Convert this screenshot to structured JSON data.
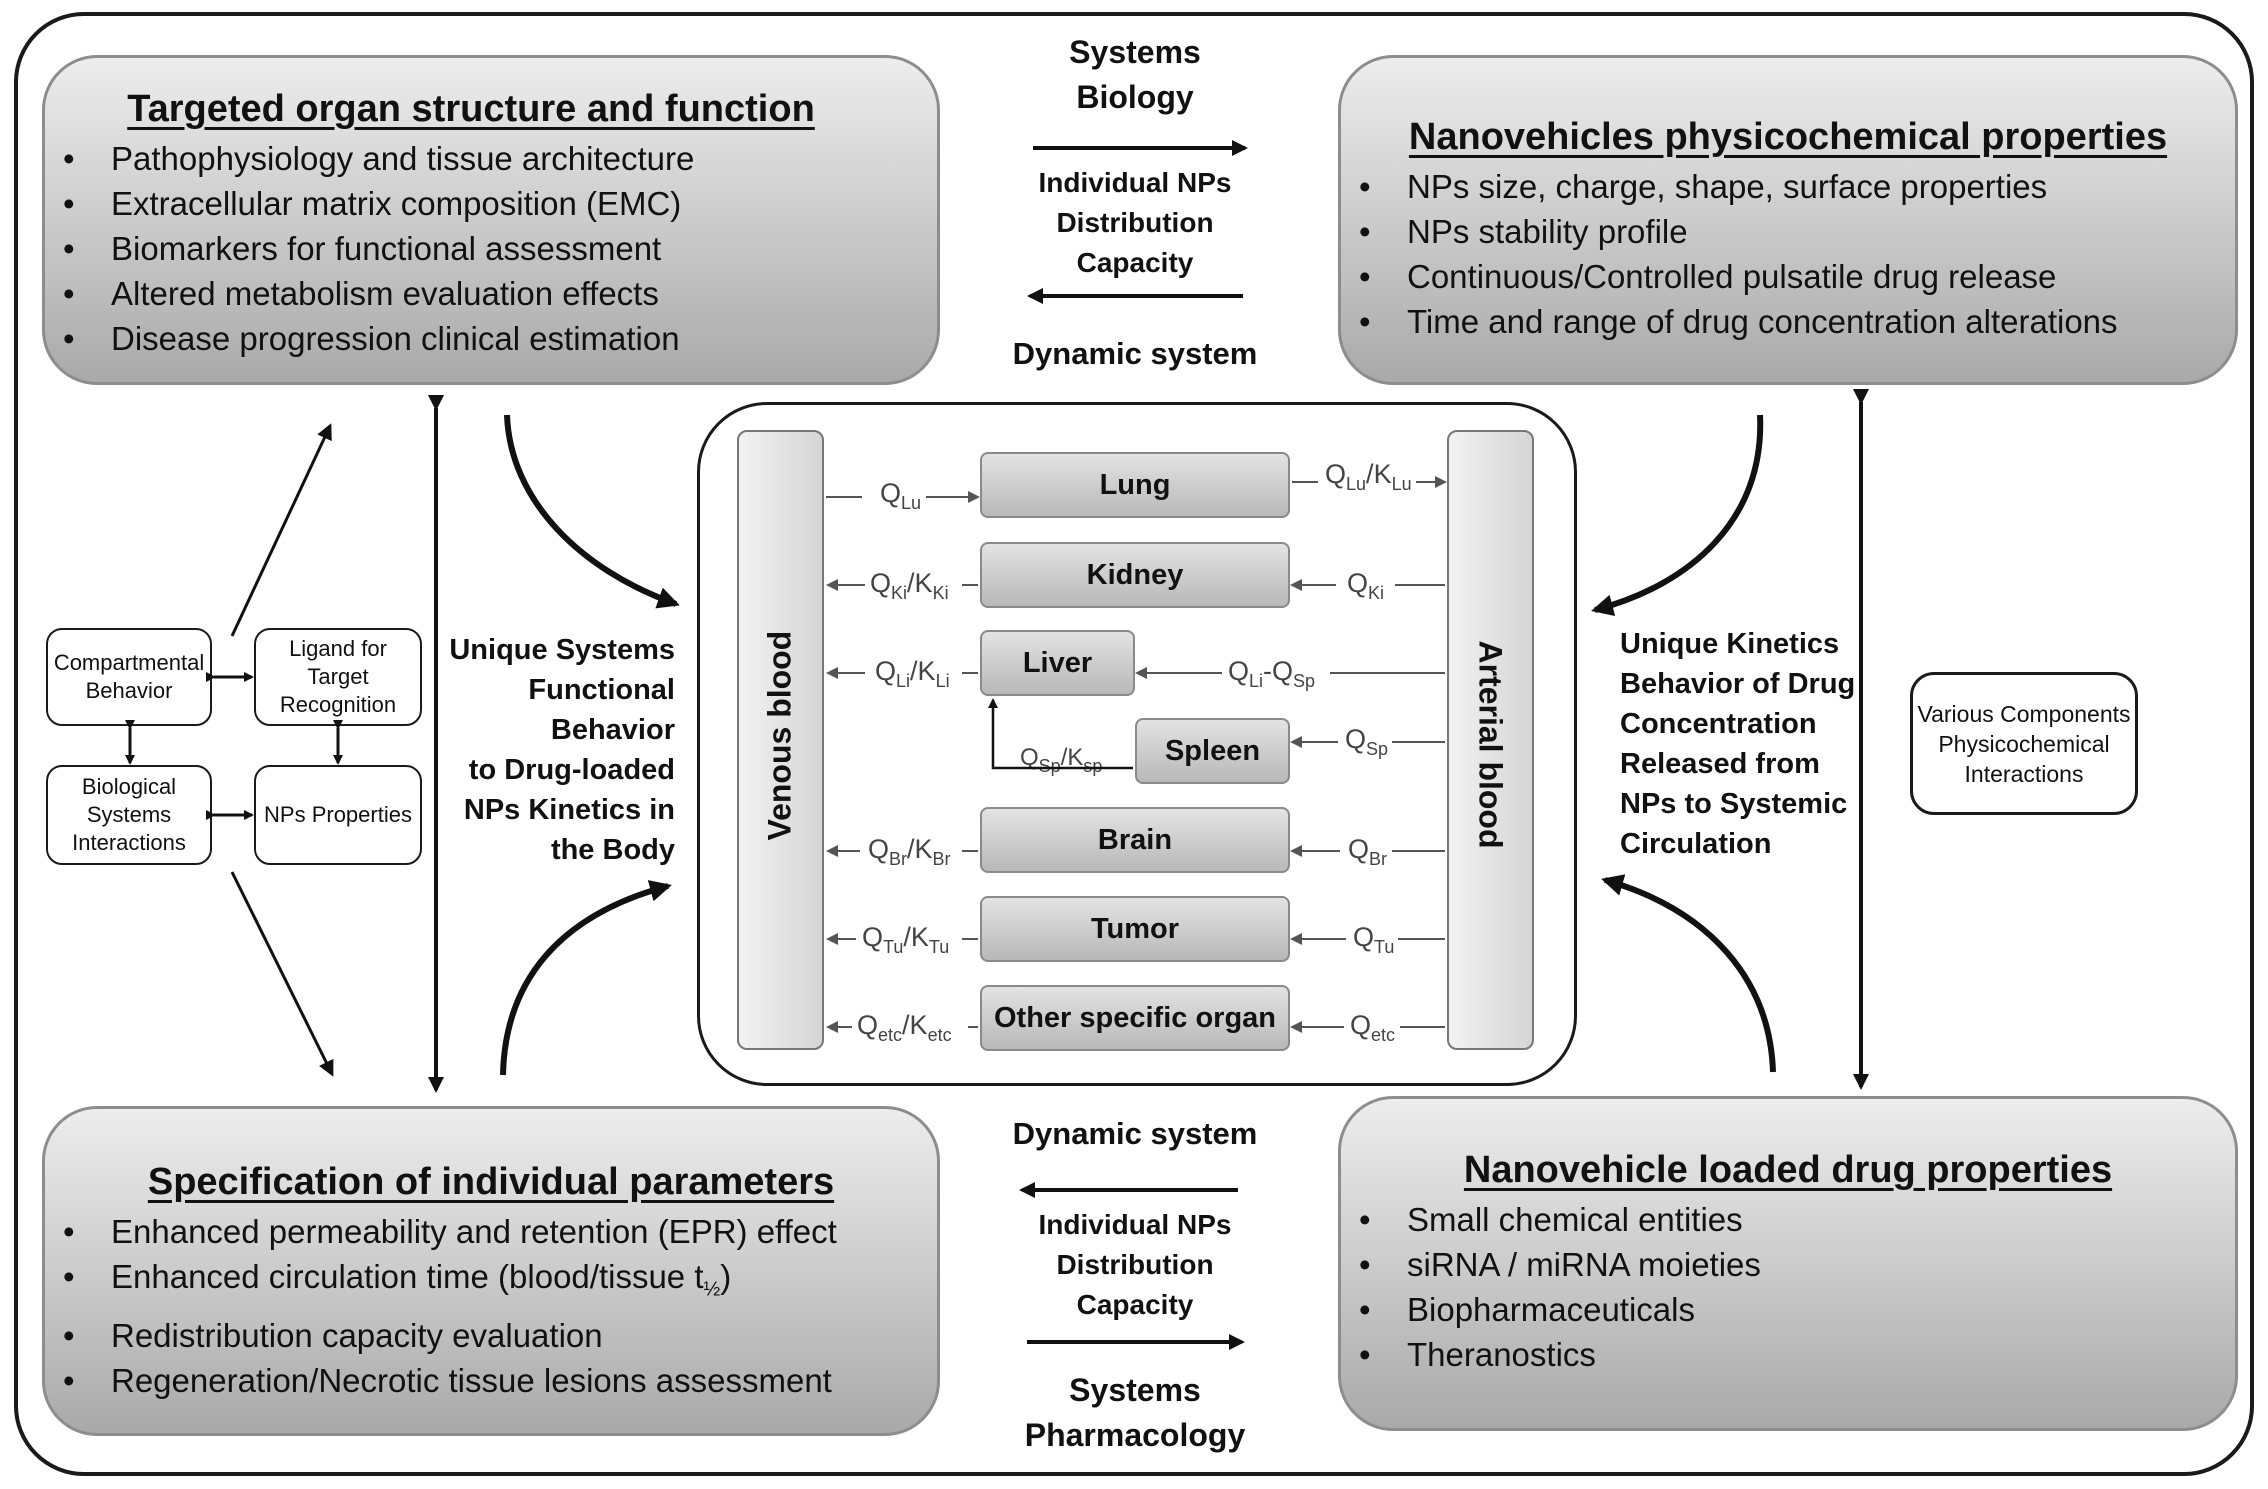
{
  "top_left_panel": {
    "title": "Targeted organ structure and function",
    "items": [
      "Pathophysiology and tissue architecture",
      "Extracellular matrix composition (EMC)",
      "Biomarkers for functional assessment",
      "Altered metabolism evaluation effects",
      "Disease progression clinical estimation"
    ]
  },
  "top_right_panel": {
    "title": "Nanovehicles physicochemical properties",
    "items": [
      "NPs size, charge, shape, surface properties",
      "NPs stability profile",
      "Continuous/Controlled pulsatile drug release",
      "Time and range of drug concentration alterations"
    ]
  },
  "bottom_left_panel": {
    "title": "Specification of individual parameters",
    "items": [
      "Enhanced permeability and retention (EPR) effect",
      "Enhanced circulation time (blood/tissue t",
      "Redistribution capacity evaluation",
      "Regeneration/Necrotic tissue lesions assessment"
    ],
    "half_sub": "½",
    "closing_paren": ")"
  },
  "bottom_right_panel": {
    "title": "Nanovehicle loaded drug properties",
    "items": [
      "Small chemical entities",
      "siRNA / miRNA moieties",
      "Biopharmaceuticals",
      "Theranostics"
    ]
  },
  "top_center": {
    "line1": "Systems",
    "line2": "Biology",
    "mid1": "Individual NPs",
    "mid2": "Distribution",
    "mid3": "Capacity",
    "bottom": "Dynamic system"
  },
  "bottom_center": {
    "top": "Dynamic system",
    "mid1": "Individual NPs",
    "mid2": "Distribution",
    "mid3": "Capacity",
    "line1": "Systems",
    "line2": "Pharmacology"
  },
  "left_text": [
    "Unique Systems",
    "Functional",
    "Behavior",
    "to Drug-loaded",
    "NPs Kinetics in",
    "the Body"
  ],
  "right_text": [
    "Unique Kinetics",
    "Behavior of Drug",
    "Concentration",
    "Released from",
    "NPs to Systemic",
    "Circulation"
  ],
  "small_boxes": {
    "compartmental": "Compartmental Behavior",
    "ligand": "Ligand for Target Recognition",
    "biological": "Biological Systems Interactions",
    "nps_properties": "NPs Properties"
  },
  "various_box": "Various Components Physicochemical Interactions",
  "model": {
    "venous": "Venous blood",
    "arterial": "Arterial blood",
    "organs": {
      "lung": "Lung",
      "kidney": "Kidney",
      "liver": "Liver",
      "spleen": "Spleen",
      "brain": "Brain",
      "tumor": "Tumor",
      "other": "Other specific organ"
    },
    "flows": {
      "q": "Q",
      "k": "K",
      "slash": "/",
      "dash": "-",
      "lu": "Lu",
      "ki": "Ki",
      "li": "Li",
      "sp": "Sp",
      "sp_lower": "sp",
      "br": "Br",
      "tu": "Tu",
      "etc": "etc"
    }
  }
}
